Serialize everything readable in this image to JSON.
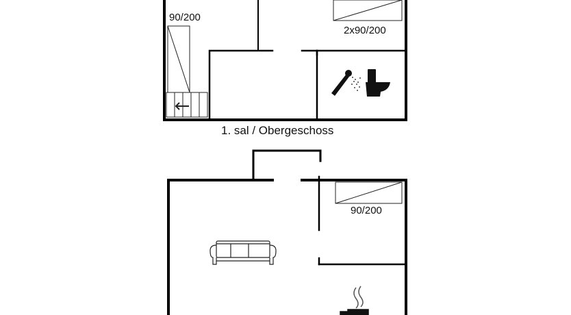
{
  "labels": {
    "upper_left_bed": "90/200",
    "upper_right_bed": "2x90/200",
    "floor_title": "1. sal / Obergeschoss",
    "lower_bed": "90/200"
  },
  "colors": {
    "wall": "#000000",
    "line": "#222222",
    "background": "#ffffff"
  },
  "icons": [
    "stairs-icon",
    "shower-icon",
    "toilet-icon",
    "sofa-icon",
    "stove-icon"
  ]
}
